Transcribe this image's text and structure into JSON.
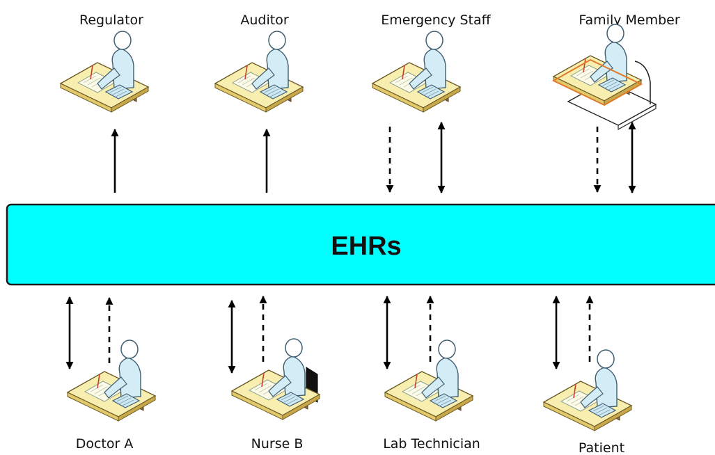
{
  "ehr": {
    "label": "EHRs",
    "fill": "#00FFFF"
  },
  "top_roles": [
    {
      "label": "Regulator",
      "variant": "standard"
    },
    {
      "label": "Auditor",
      "variant": "standard"
    },
    {
      "label": "Emergency Staff",
      "variant": "standard"
    },
    {
      "label": "Family Member",
      "variant": "outlined"
    }
  ],
  "bottom_roles": [
    {
      "label": "Doctor A",
      "variant": "standard"
    },
    {
      "label": "Nurse B",
      "variant": "dark-chair"
    },
    {
      "label": "Lab Technician",
      "variant": "standard"
    },
    {
      "label": "Patient",
      "variant": "standard"
    }
  ],
  "connections": [
    {
      "role": "Regulator",
      "style": "solid",
      "direction": "from-ehr-to-role"
    },
    {
      "role": "Auditor",
      "style": "solid",
      "direction": "from-ehr-to-role"
    },
    {
      "role": "Emergency Staff",
      "style": "dashed",
      "direction": "from-role-to-ehr"
    },
    {
      "role": "Emergency Staff",
      "style": "solid",
      "direction": "bidirectional"
    },
    {
      "role": "Family Member",
      "style": "dashed",
      "direction": "from-role-to-ehr"
    },
    {
      "role": "Family Member",
      "style": "solid",
      "direction": "bidirectional"
    },
    {
      "role": "Doctor A",
      "style": "solid",
      "direction": "bidirectional"
    },
    {
      "role": "Doctor A",
      "style": "dashed",
      "direction": "from-role-to-ehr"
    },
    {
      "role": "Nurse B",
      "style": "solid",
      "direction": "bidirectional"
    },
    {
      "role": "Nurse B",
      "style": "dashed",
      "direction": "from-role-to-ehr"
    },
    {
      "role": "Lab Technician",
      "style": "solid",
      "direction": "bidirectional"
    },
    {
      "role": "Lab Technician",
      "style": "dashed",
      "direction": "from-role-to-ehr"
    },
    {
      "role": "Patient",
      "style": "solid",
      "direction": "bidirectional"
    },
    {
      "role": "Patient",
      "style": "dashed",
      "direction": "from-role-to-ehr"
    }
  ],
  "icon": "person-at-desk-icon"
}
